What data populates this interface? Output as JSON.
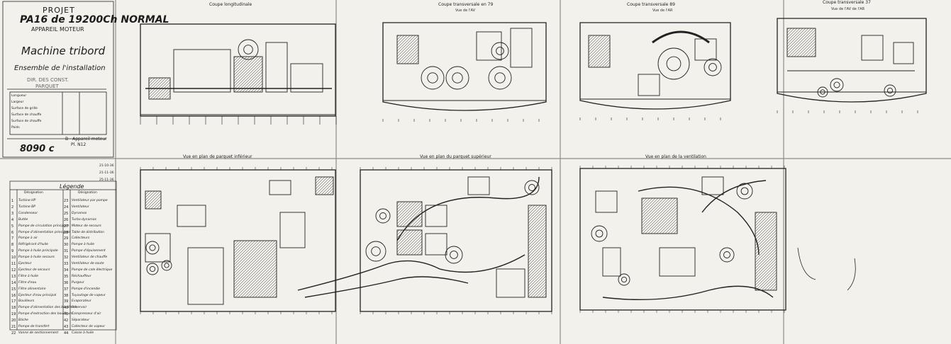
{
  "title_block": {
    "projet": "PROJET",
    "code": "PA16 de 19200Ch NORMAL",
    "appareil": "APPAREIL MOTEUR",
    "machine": "Machine tribord",
    "ensemble": "Ensemble de l'installation",
    "stamp_line1": "DIR. DES CONST.",
    "stamp_line2": "PARQUET",
    "number": "8090 c",
    "assembly_label": "B - Appareil moteur",
    "plate_label": "Pl. N12",
    "rows": [
      {
        "label": "Longueur",
        "value": ""
      },
      {
        "label": "Largeur",
        "value": ""
      },
      {
        "label": "Surface de grille",
        "value": ""
      },
      {
        "label": "Surface de chauffe",
        "value": ""
      },
      {
        "label": "Surface de chauffe",
        "value": ""
      },
      {
        "label": "Poids",
        "value": ""
      }
    ]
  },
  "views": {
    "top_left": {
      "title": "Coupe longitudinale"
    },
    "top_second": {
      "title": "Coupe transversale en 79",
      "subtitle": "Vue de l'AV"
    },
    "top_third": {
      "title": "Coupe transversale 89",
      "subtitle": "Vue de l'AR"
    },
    "top_right": {
      "title": "Coupe transversale 37",
      "subtitle": "Vue de l'AV de l'AR"
    },
    "bottom_left": {
      "title": "Vue en plan de parquet inférieur"
    },
    "bottom_middle": {
      "title": "Vue en plan du parquet supérieur"
    },
    "bottom_right": {
      "title": "Vue en plan de la ventilation"
    }
  },
  "legend": {
    "title": "Légende",
    "header_left": "Désignation",
    "header_right": "Désignation",
    "left_items": [
      {
        "n": "1",
        "text": "Turbine HP"
      },
      {
        "n": "2",
        "text": "Turbine BP"
      },
      {
        "n": "3",
        "text": "Condenseur"
      },
      {
        "n": "4",
        "text": "Butée"
      },
      {
        "n": "5",
        "text": "Pompe de circulation principale"
      },
      {
        "n": "6",
        "text": "Pompe d'alimentation principale"
      },
      {
        "n": "7",
        "text": "Pompe à air"
      },
      {
        "n": "8",
        "text": "Réfrigérant d'huile"
      },
      {
        "n": "9",
        "text": "Pompe à huile principale"
      },
      {
        "n": "10",
        "text": "Pompe à huile secours"
      },
      {
        "n": "11",
        "text": "Ejecteur"
      },
      {
        "n": "12",
        "text": "Ejecteur de secours"
      },
      {
        "n": "13",
        "text": "Filtre à huile"
      },
      {
        "n": "14",
        "text": "Filtre d'eau"
      },
      {
        "n": "15",
        "text": "Filtre alimentaire"
      },
      {
        "n": "16",
        "text": "Ejecteur d'eau principal"
      },
      {
        "n": "17",
        "text": "Bouilleurs"
      },
      {
        "n": "18",
        "text": "Pompe d'alimentation des bouilleurs"
      },
      {
        "n": "19",
        "text": "Pompe d'extraction des bouilleurs"
      },
      {
        "n": "20",
        "text": "Bâche"
      },
      {
        "n": "21",
        "text": "Pompe de transfert"
      },
      {
        "n": "22",
        "text": "Vanne de sectionnement"
      }
    ],
    "right_items": [
      {
        "n": "23",
        "text": "Ventilateur par pompe"
      },
      {
        "n": "24",
        "text": "Ventilateur"
      },
      {
        "n": "25",
        "text": "Dynamos"
      },
      {
        "n": "26",
        "text": "Turbo-dynamos"
      },
      {
        "n": "27",
        "text": "Moteur de secours"
      },
      {
        "n": "28",
        "text": "Table de distribution"
      },
      {
        "n": "29",
        "text": "Collecteurs"
      },
      {
        "n": "30",
        "text": "Pompe à huile"
      },
      {
        "n": "31",
        "text": "Pompe d'épuisement"
      },
      {
        "n": "32",
        "text": "Ventilateur de chauffe"
      },
      {
        "n": "33",
        "text": "Ventilateur de soute"
      },
      {
        "n": "34",
        "text": "Pompe de cale électrique"
      },
      {
        "n": "35",
        "text": "Réchauffeur"
      },
      {
        "n": "36",
        "text": "Purgeur"
      },
      {
        "n": "37",
        "text": "Pompe d'incendie"
      },
      {
        "n": "38",
        "text": "Tuyautage de vapeur"
      },
      {
        "n": "39",
        "text": "Evaporateur"
      },
      {
        "n": "40",
        "text": "Réservoir"
      },
      {
        "n": "41",
        "text": "Compresseur d'air"
      },
      {
        "n": "42",
        "text": "Séparateur"
      },
      {
        "n": "43",
        "text": "Collecteur de vapeur"
      },
      {
        "n": "44",
        "text": "Caisse à huile"
      }
    ]
  },
  "revisions": [
    "21-10-36",
    "21-11-36",
    "25-11-36"
  ],
  "colors": {
    "ink": "#1c1c1c",
    "paper": "#f3f1eb",
    "fold": "#9a9890"
  }
}
